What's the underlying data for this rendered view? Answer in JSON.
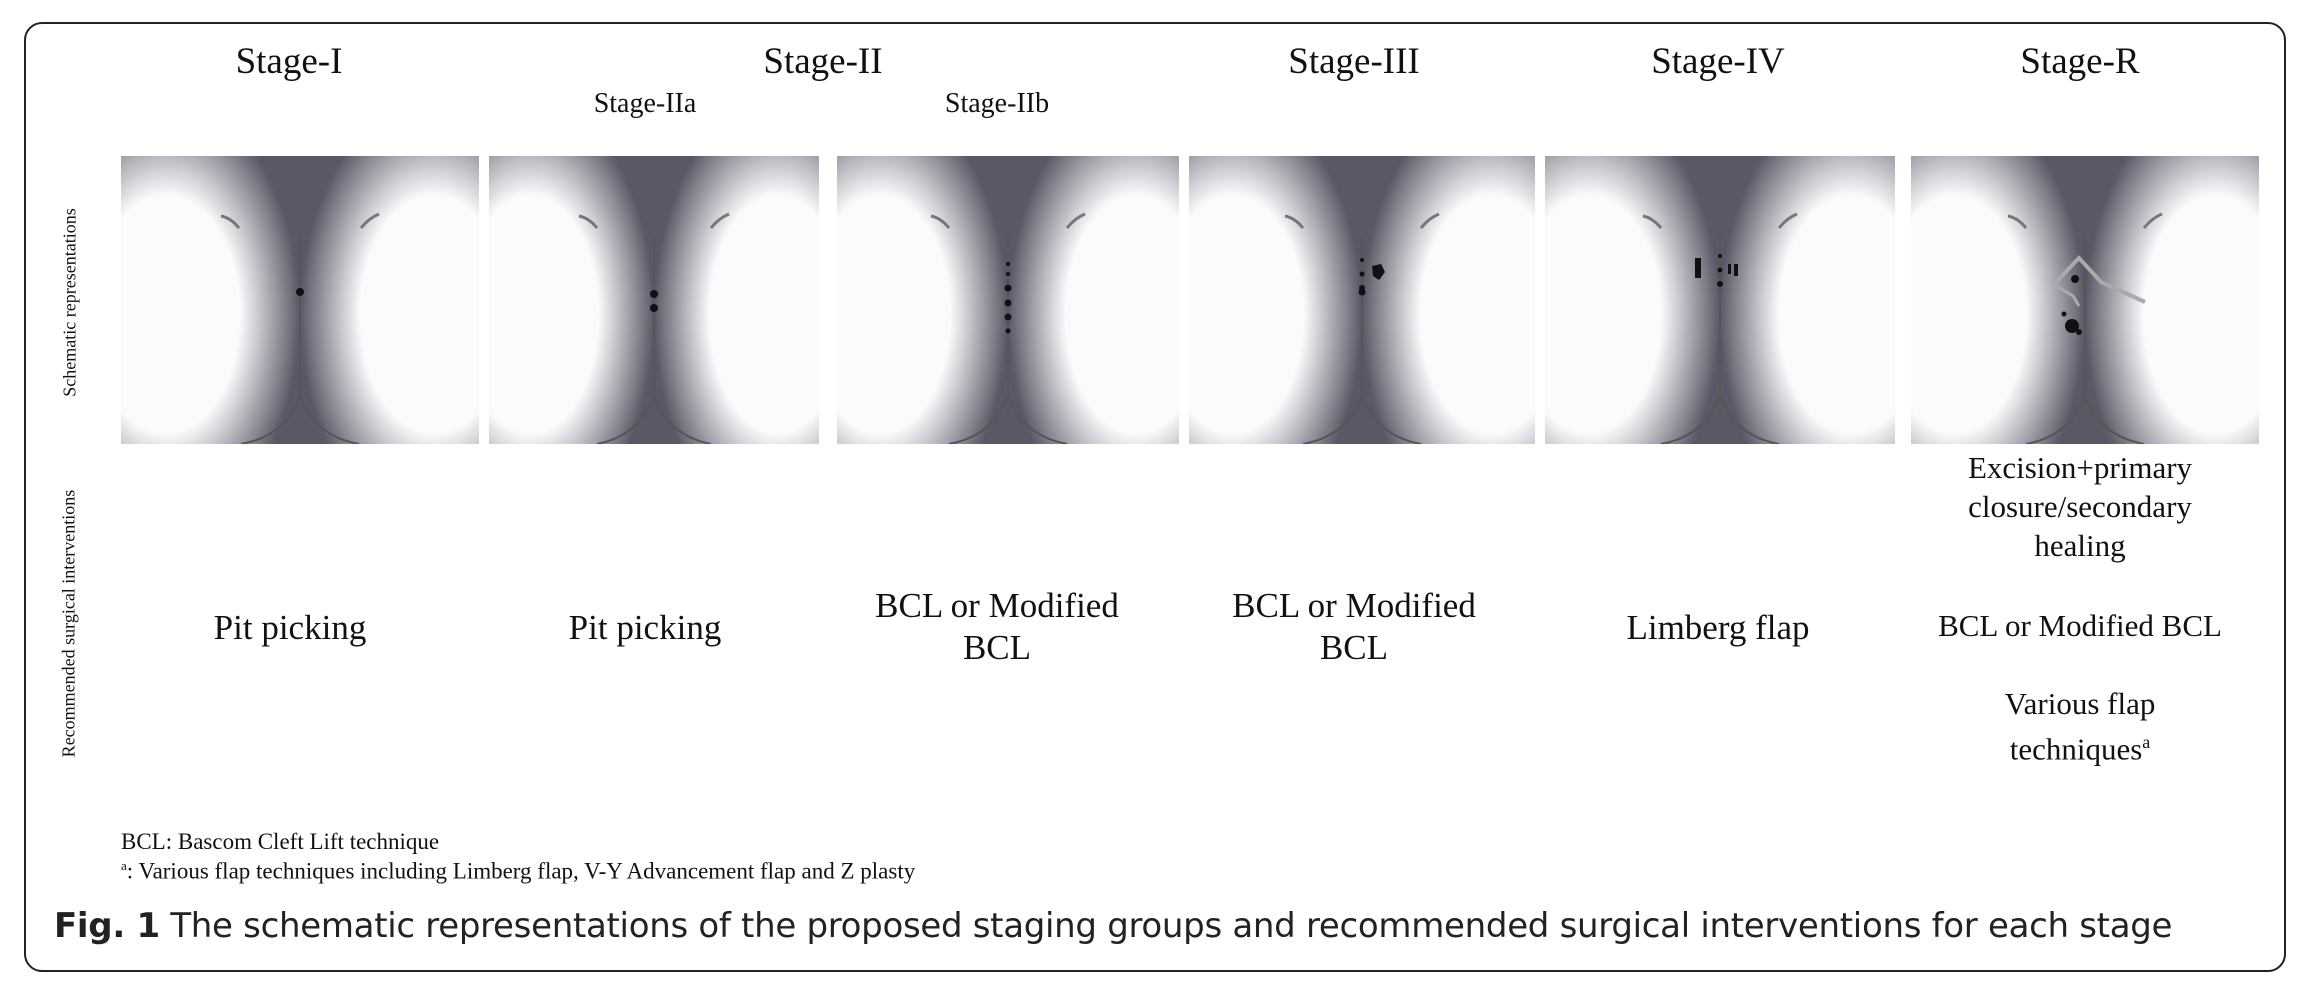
{
  "stages": {
    "s1": "Stage-I",
    "s2": "Stage-II",
    "s2a": "Stage-IIa",
    "s2b": "Stage-IIb",
    "s3": "Stage-III",
    "s4": "Stage-IV",
    "sr": "Stage-R"
  },
  "side_labels": {
    "top": "Schematic representations",
    "bottom": "Recommended surgical interventions"
  },
  "interventions": {
    "s1": "Pit picking",
    "s2a": "Pit picking",
    "s2b_line1": "BCL or Modified",
    "s2b_line2": "BCL",
    "s3_line1": "BCL or Modified",
    "s3_line2": "BCL",
    "s4": "Limberg flap",
    "sr_1_line1": "Excision+primary",
    "sr_1_line2": "closure/secondary",
    "sr_1_line3": "healing",
    "sr_2": "BCL or Modified BCL",
    "sr_3_line1": "Various flap",
    "sr_3_line2": "techniques",
    "sr_3_sup": "a"
  },
  "footnotes": {
    "bcl": "BCL: Bascom Cleft Lift technique",
    "a_mark": "a",
    "a_text": ": Various flap techniques including Limberg flap, V-Y Advancement flap and Z plasty"
  },
  "caption": {
    "label": "Fig. 1",
    "text": " The schematic representations of the proposed staging groups and recommended surgical interventions for each stage"
  }
}
